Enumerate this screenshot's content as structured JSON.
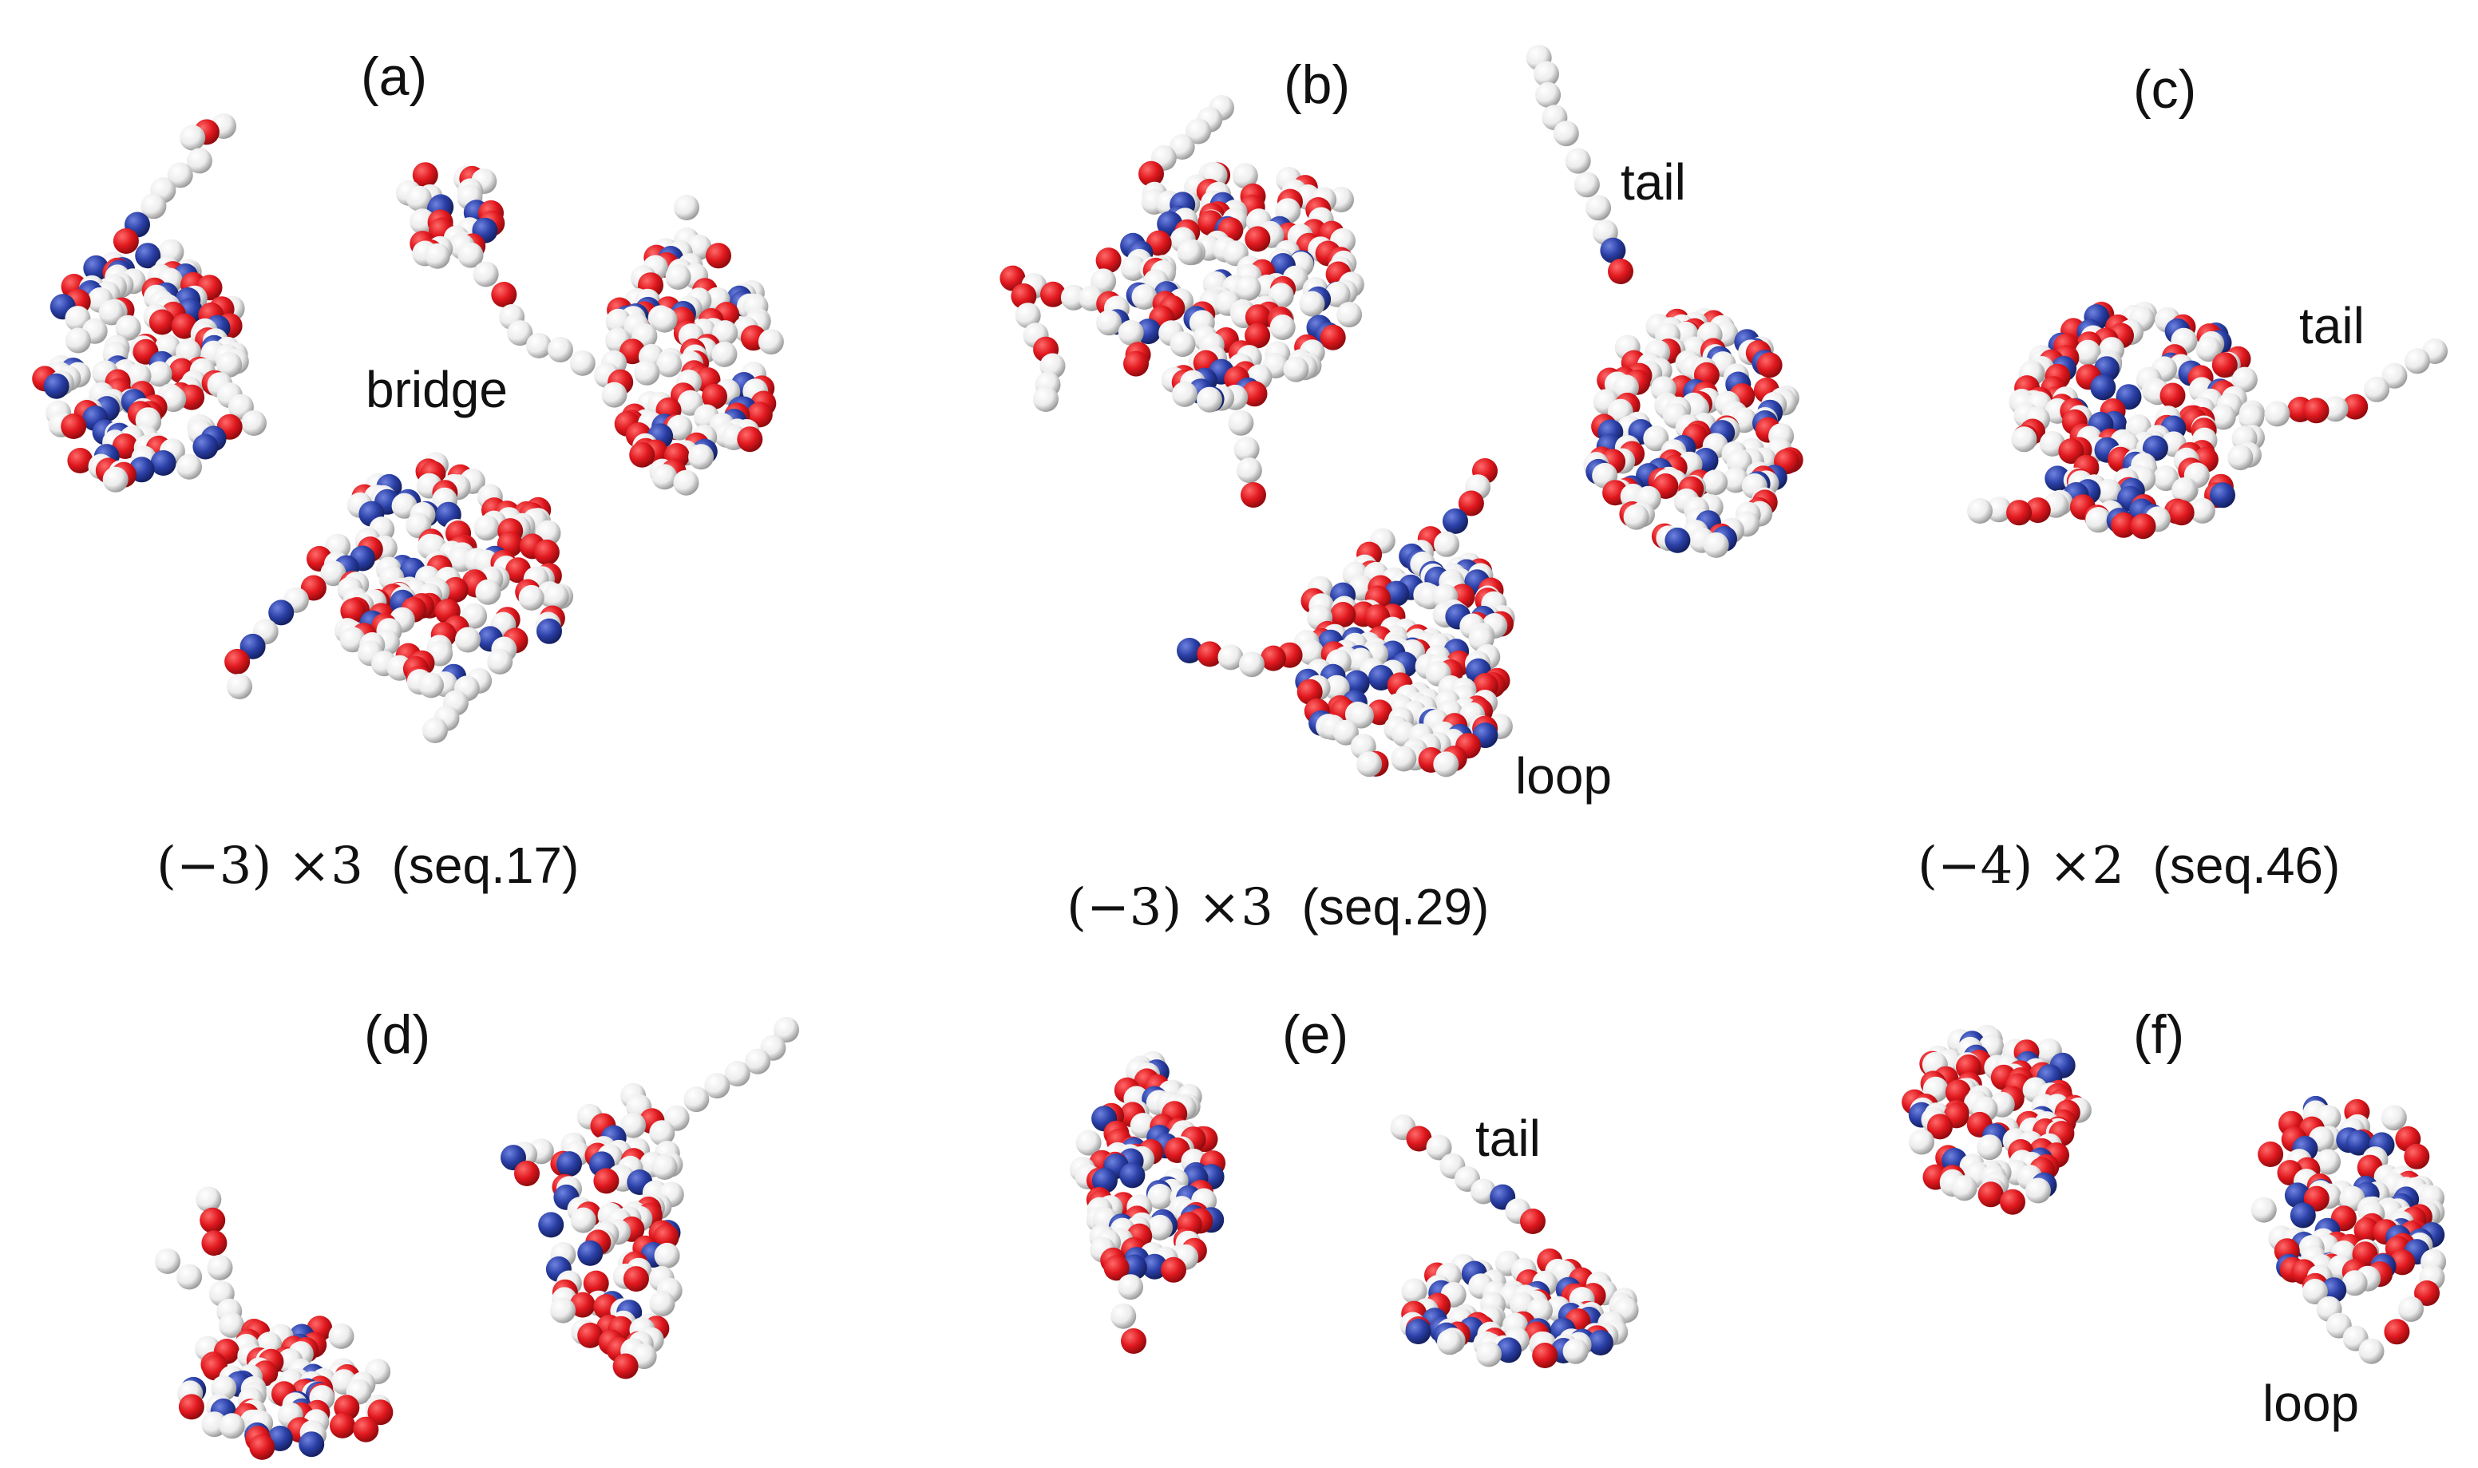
{
  "panels": [
    {
      "id": "a",
      "label": "(a)",
      "caption_math": "(−3) ×3",
      "caption_seq": "(seq.17)",
      "annotations": [
        "bridge"
      ]
    },
    {
      "id": "b",
      "label": "(b)",
      "caption_math": "(−3) ×3",
      "caption_seq": "(seq.29)",
      "annotations": [
        "tail",
        "loop"
      ]
    },
    {
      "id": "c",
      "label": "(c)",
      "caption_math": "(−4) ×2",
      "caption_seq": "(seq.46)",
      "annotations": [
        "tail"
      ]
    },
    {
      "id": "d",
      "label": "(d)",
      "annotations": []
    },
    {
      "id": "e",
      "label": "(e)",
      "annotations": [
        "tail"
      ]
    },
    {
      "id": "f",
      "label": "(f)",
      "annotations": [
        "loop"
      ]
    }
  ],
  "colors": {
    "red_bead": "#e0181e",
    "blue_bead": "#2a3fa6",
    "white_bead": "#f2f2f2",
    "text": "#111111"
  }
}
